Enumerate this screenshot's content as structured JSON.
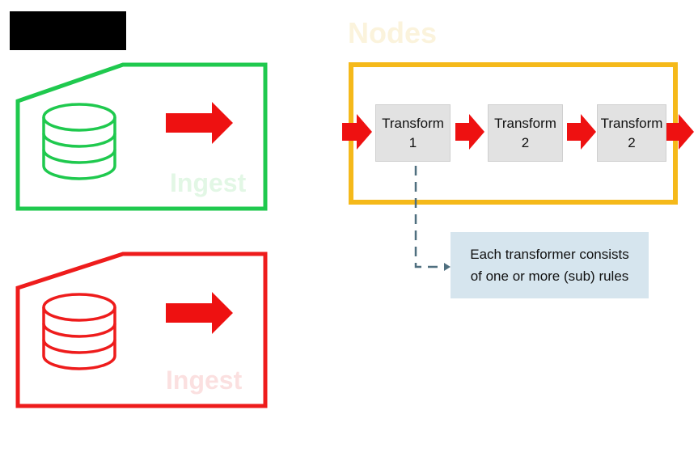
{
  "title": "Nodes",
  "ingest_green": {
    "label": "Ingest",
    "color": "#1fc94e"
  },
  "ingest_red": {
    "label": "Ingest",
    "color": "#ee1c1c"
  },
  "pipeline": {
    "frame_color": "#f5b91a",
    "transforms": [
      {
        "line1": "Transform",
        "line2": "1"
      },
      {
        "line1": "Transform",
        "line2": "2"
      },
      {
        "line1": "Transform",
        "line2": "2"
      }
    ]
  },
  "note": {
    "line1": "Each transformer consists",
    "line2": "of one or more (sub) rules"
  },
  "colors": {
    "arrow": "#ee1111",
    "connector": "#4f6f7f",
    "note_bg": "#d6e5ee",
    "transform_bg": "#e2e2e2",
    "redacted_bar": "#000000"
  }
}
